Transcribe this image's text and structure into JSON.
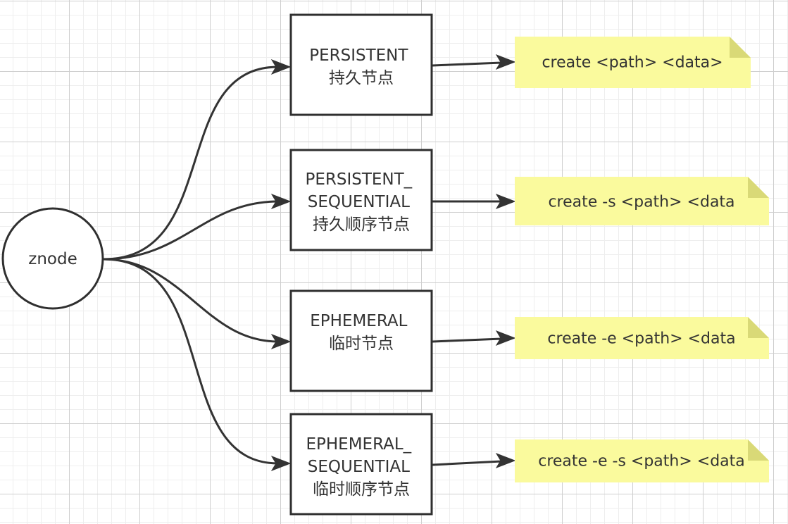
{
  "root": {
    "label": "znode"
  },
  "types": [
    {
      "lines": [
        "PERSISTENT",
        "持久节点"
      ],
      "command": "create <path> <data>"
    },
    {
      "lines": [
        "PERSISTENT_",
        "SEQUENTIAL",
        "持久顺序节点"
      ],
      "command": "create -s <path> <data"
    },
    {
      "lines": [
        "EPHEMERAL",
        "临时节点"
      ],
      "command": "create -e <path> <data"
    },
    {
      "lines": [
        "EPHEMERAL_",
        "SEQUENTIAL",
        "临时顺序节点"
      ],
      "command": "create -e -s <path> <data"
    }
  ],
  "colors": {
    "note": "#fafa9d",
    "note_fold": "#d9d977",
    "stroke": "#2f2f2f",
    "grid": "#cfcfcf"
  }
}
